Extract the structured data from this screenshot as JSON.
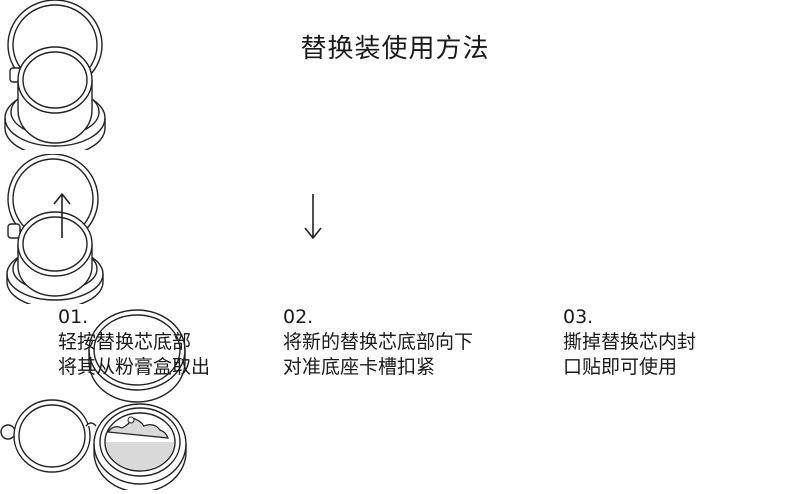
{
  "title": "替换装使用方法",
  "steps": [
    {
      "number": "01.",
      "line1": "轻按替换芯底部",
      "line2": "将其从粉膏盒取出",
      "arrow": "up-arrow"
    },
    {
      "number": "02.",
      "line1": "将新的替换芯底部向下",
      "line2": "对准底座卡槽扣紧",
      "arrow": "down-arrow"
    },
    {
      "number": "03.",
      "line1": "撕掉替换芯内封",
      "line2": "口贴即可使用",
      "arrow": ""
    }
  ],
  "colors": {
    "stroke": "#222222",
    "seal_fill": "#d9d9d9",
    "text": "#1a1a1a"
  }
}
